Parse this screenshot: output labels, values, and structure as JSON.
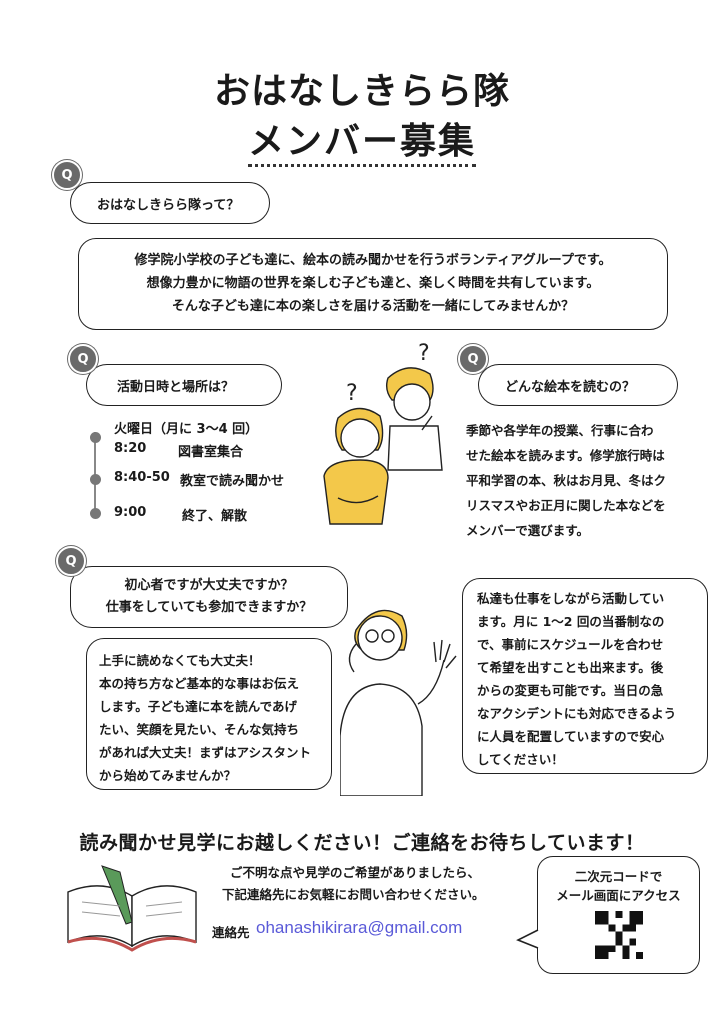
{
  "header": {
    "title_line1": "おはなしきらら隊",
    "title_line2": "メンバー募集"
  },
  "q_badge_label": "Q",
  "section_about": {
    "question": "おはなしきらら隊って？",
    "answer_lines": [
      "修学院小学校の子ども達に、絵本の読み聞かせを行うボランティアグループです。",
      "想像力豊かに物語の世界を楽しむ子ども達と、楽しく時間を共有しています。",
      "そんな子ども達に本の楽しさを届ける活動を一緒にしてみませんか？"
    ]
  },
  "section_schedule": {
    "question": "活動日時と場所は？",
    "day": "火曜日（月に 3～4 回）",
    "items": [
      {
        "time": "8:20",
        "desc": "図書室集合"
      },
      {
        "time": "8:40-50",
        "desc": "教室で読み聞かせ"
      },
      {
        "time": "9:00",
        "desc": "終了、解散"
      }
    ]
  },
  "section_books": {
    "question": "どんな絵本を読むの？",
    "answer_lines": [
      "季節や各学年の授業、行事に合わ",
      "せた絵本を読みます。修学旅行時は",
      "平和学習の本、秋はお月見、冬はク",
      "リスマスやお正月に関した本などを",
      "メンバーで選びます。"
    ]
  },
  "section_beginner": {
    "question_lines": [
      "初心者ですが大丈夫ですか？",
      "仕事をしていても参加できますか？"
    ],
    "answer_left_lines": [
      "上手に読めなくても大丈夫！",
      "本の持ち方など基本的な事はお伝え",
      "します。子ども達に本を読んであげ",
      "たい、笑顔を見たい、そんな気持ち",
      "があれば大丈夫！まずはアシスタント",
      "から始めてみませんか？"
    ],
    "answer_right_lines": [
      "私達も仕事をしながら活動してい",
      "ます。月に 1～2 回の当番制なの",
      "で、事前にスケジュールを合わせ",
      "て希望を出すことも出来ます。後",
      "からの変更も可能です。当日の急",
      "なアクシデントにも対応できるよう",
      "に人員を配置していますので安心",
      "してください！"
    ]
  },
  "footer": {
    "cta": "読み聞かせ見学にお越しください！ご連絡をお待ちしています！",
    "contact_lines": [
      "ご不明な点や見学のご希望がありましたら、",
      "下記連絡先にお気軽にお問い合わせください。"
    ],
    "contact_label": "連絡先",
    "email": "ohanashikirara@gmail.com",
    "qr_lines": [
      "二次元コードで",
      "メール画面にアクセス"
    ]
  },
  "colors": {
    "accent_yellow": "#f3c84a",
    "badge_gray": "#6a6a6a",
    "email_blue": "#5a5ad8"
  }
}
